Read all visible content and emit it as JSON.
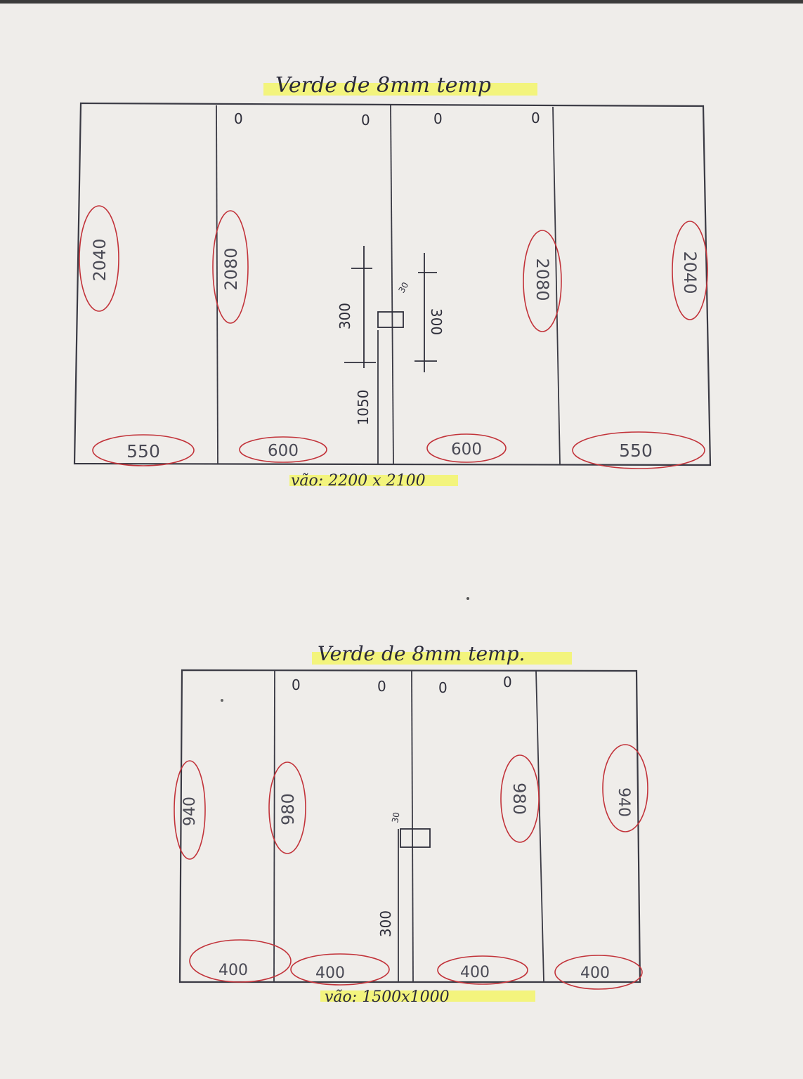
{
  "drawings": [
    {
      "title": "Verde de 8mm temp",
      "holes": [
        "0",
        "0",
        "0",
        "0"
      ],
      "panel_heights": [
        "2040",
        "2080",
        "2080",
        "2040"
      ],
      "panel_widths": [
        "550",
        "600",
        "600",
        "550"
      ],
      "handle_offset": "1050",
      "handle_span_left": "300",
      "handle_span_right": "300",
      "handle_size": "30",
      "opening": "vão: 2200 x 2100"
    },
    {
      "title": "Verde de 8mm temp.",
      "holes": [
        "0",
        "0",
        "0",
        "0"
      ],
      "panel_heights": [
        "940",
        "980",
        "980",
        "940"
      ],
      "panel_widths": [
        "400",
        "400",
        "400",
        "400"
      ],
      "handle_offset": "300",
      "handle_size": "30",
      "opening": "vão: 1500x1000"
    }
  ]
}
